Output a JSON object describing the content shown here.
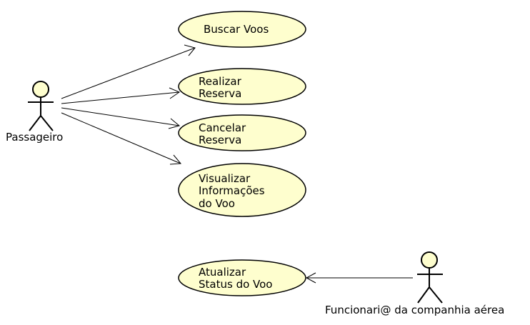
{
  "colors": {
    "usecase_fill": "#FEFECE",
    "actor_fill": "#FEFECE",
    "stroke": "#000000",
    "background": "#FFFFFF"
  },
  "actors": [
    {
      "id": "passageiro",
      "name": "Passageiro"
    },
    {
      "id": "funcionario",
      "name": "Funcionari@ da companhia aérea"
    }
  ],
  "use_cases": [
    {
      "id": "buscar-voos",
      "lines": [
        "Buscar Voos"
      ]
    },
    {
      "id": "realizar-reserva",
      "lines": [
        "Realizar",
        "Reserva"
      ]
    },
    {
      "id": "cancelar-reserva",
      "lines": [
        "Cancelar",
        "Reserva"
      ]
    },
    {
      "id": "visualizar-informacoes",
      "lines": [
        "Visualizar",
        "Informações",
        "do Voo"
      ]
    },
    {
      "id": "atualizar-status",
      "lines": [
        "Atualizar",
        "Status do Voo"
      ]
    }
  ],
  "associations": [
    {
      "from": "passageiro",
      "to": "buscar-voos"
    },
    {
      "from": "passageiro",
      "to": "realizar-reserva"
    },
    {
      "from": "passageiro",
      "to": "cancelar-reserva"
    },
    {
      "from": "passageiro",
      "to": "visualizar-informacoes"
    },
    {
      "from": "funcionario",
      "to": "atualizar-status"
    }
  ]
}
